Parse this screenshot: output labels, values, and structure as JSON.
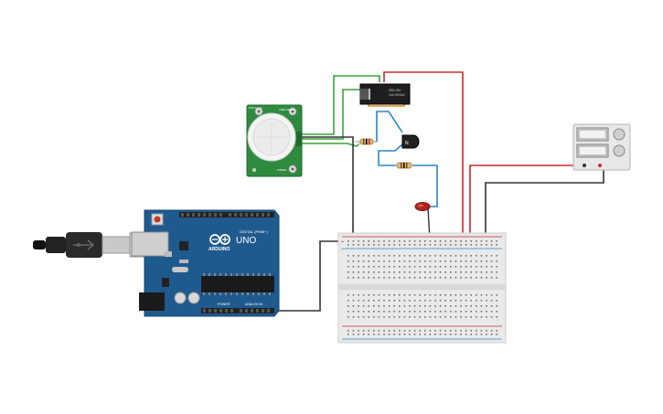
{
  "canvas": {
    "background": "#ffffff"
  },
  "components": {
    "pir_sensor": {
      "name": "PIR motion sensor",
      "label_top_left": "PIR Sensor",
      "label_top_right": "TIME SENS",
      "label_bottom_right": "PIR500-",
      "pcb_color": "#2e8b3e"
    },
    "relay": {
      "name": "Relay module",
      "label_line1": "SRD-05V",
      "label_line2": "10A 250VAC"
    },
    "transistor": {
      "name": "NPN transistor",
      "label": "N"
    },
    "resistor_1": {
      "name": "Resistor (base)"
    },
    "resistor_2": {
      "name": "Resistor (LED)"
    },
    "led": {
      "name": "Red LED",
      "color": "#b3261e"
    },
    "arduino": {
      "name": "Arduino Uno",
      "brand": "ARDUINO",
      "model": "UNO",
      "digital_label": "DIGITAL (PWM~)",
      "power_label": "POWER",
      "analog_label": "ANALOG IN",
      "board_color": "#1f5a8f"
    },
    "power_supply": {
      "name": "DC power supply",
      "casing_color": "#e8e8e8"
    },
    "breadboard": {
      "name": "Breadboard",
      "plus": "+",
      "minus": "-"
    },
    "usb_cable": {
      "name": "USB cable"
    }
  },
  "wire_colors": {
    "green": "#3aa33a",
    "red": "#cc2a2a",
    "black": "#333333",
    "blue": "#2a86c8",
    "orange": "#e08a1e"
  }
}
